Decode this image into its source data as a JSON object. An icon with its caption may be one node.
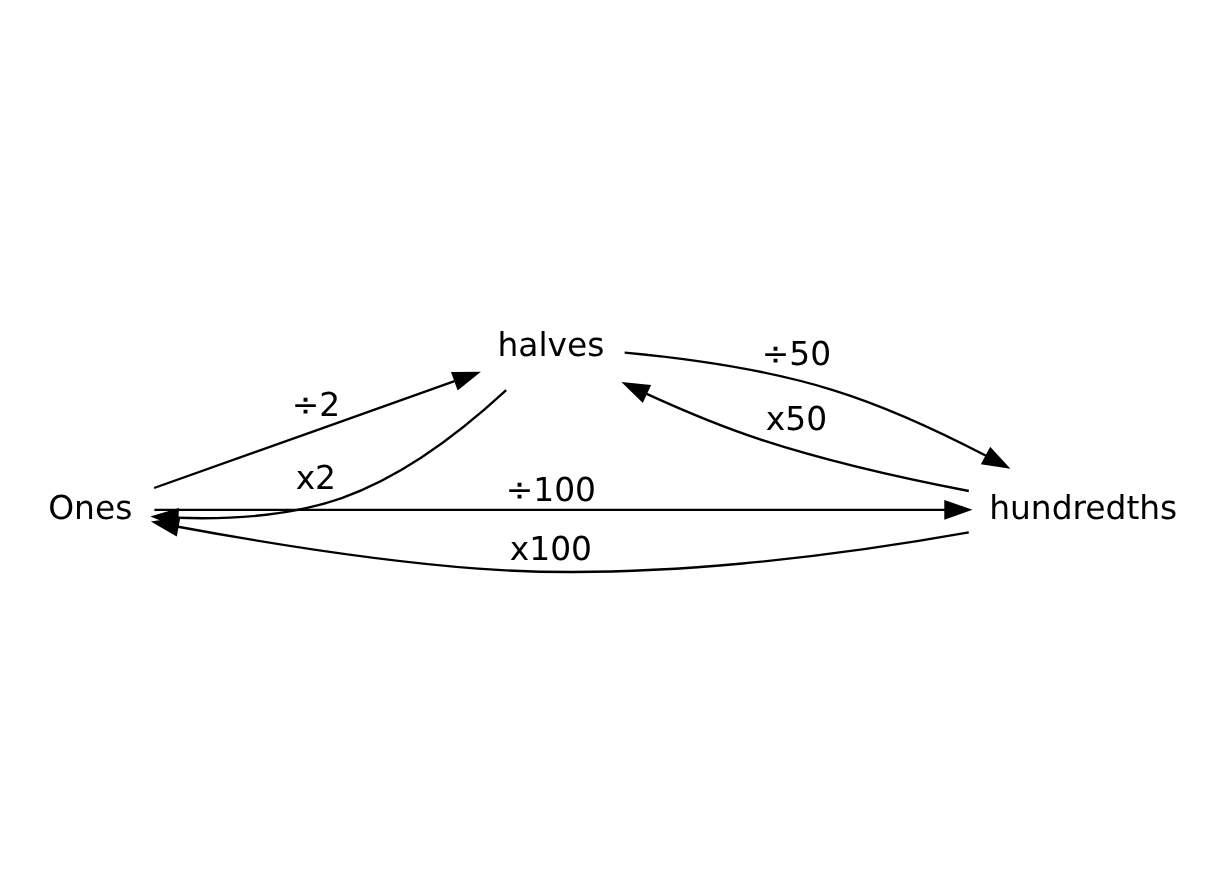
{
  "diagram": {
    "nodes": [
      {
        "text": [
          "Ones"
        ]
      },
      {
        "text": [
          "halves"
        ]
      },
      {
        "text": [
          "hundredths"
        ]
      }
    ],
    "edges": [
      {
        "from": 0,
        "to": 1,
        "arrow": "to",
        "label": "÷2"
      },
      {
        "from": 1,
        "to": 2,
        "arrow": "to",
        "label": "÷50"
      },
      {
        "from": 0,
        "to": 2,
        "arrow": "to",
        "label": "÷100"
      },
      {
        "from": 1,
        "to": 0,
        "arrow": "to",
        "label": "x2"
      },
      {
        "from": 2,
        "to": 1,
        "arrow": "to",
        "label": "x50"
      },
      {
        "from": 2,
        "to": 0,
        "arrow": "to",
        "label": "x100"
      }
    ]
  }
}
